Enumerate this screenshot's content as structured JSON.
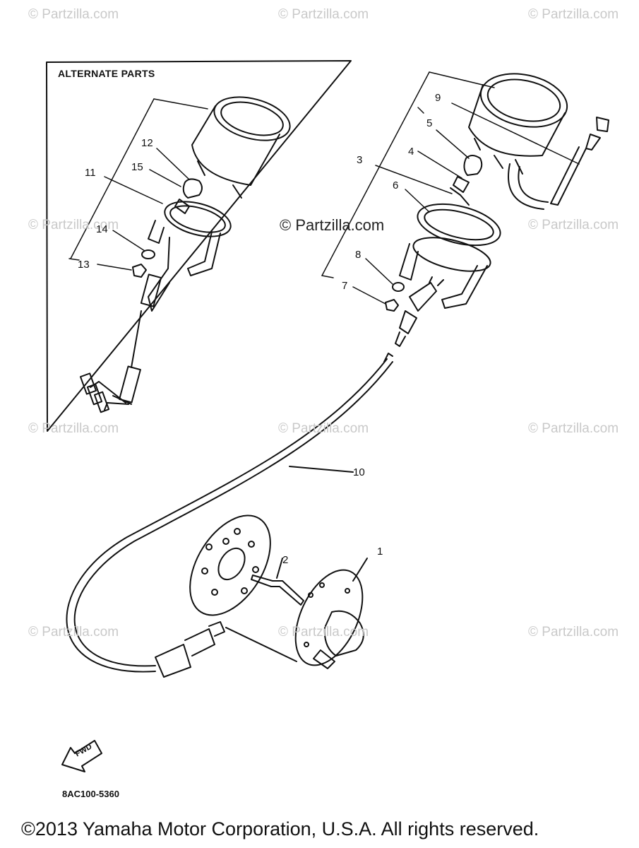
{
  "watermarks": [
    "© Partzilla.com",
    "© Partzilla.com",
    "© Partzilla.com",
    "© Partzilla.com",
    "© Partzilla.com",
    "© Partzilla.com",
    "© Partzilla.com",
    "© Partzilla.com",
    "© Partzilla.com",
    "© Partzilla.com",
    "© Partzilla.com"
  ],
  "watermark_center": "© Partzilla.com",
  "alternate_parts_title": "ALTERNATE PARTS",
  "callouts": [
    "1",
    "2",
    "3",
    "4",
    "5",
    "6",
    "7",
    "8",
    "9",
    "10",
    "11",
    "12",
    "13",
    "14",
    "15"
  ],
  "fwd_label": "FWD",
  "diagram_code": "8AC100-5360",
  "copyright": "©2013 Yamaha Motor Corporation, U.S.A. All rights reserved."
}
